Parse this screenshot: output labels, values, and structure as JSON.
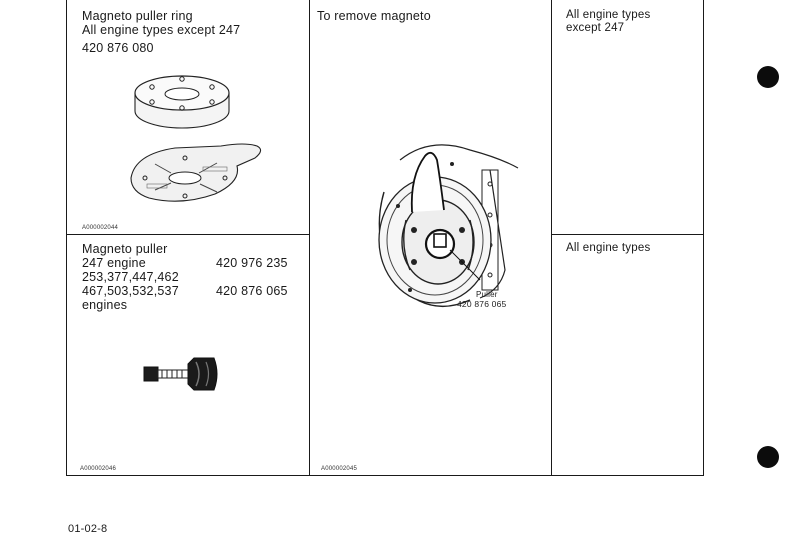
{
  "cells": {
    "top_left": {
      "title": "Magneto puller ring",
      "subtitle": "All engine types except 247",
      "part_number": "420 876 080",
      "figure_id": "A000002044"
    },
    "bottom_left": {
      "title": "Magneto puller",
      "rows": [
        {
          "engine": "247 engine",
          "part": "420 976 235"
        },
        {
          "engine": "253,377,447,462",
          "part": ""
        },
        {
          "engine": "467,503,532,537",
          "part": "420 876 065"
        },
        {
          "engine": "engines",
          "part": ""
        }
      ],
      "figure_id": "A000002046"
    },
    "middle": {
      "title": "To remove magneto",
      "callout_label": "Puller",
      "callout_part": "420 876 065",
      "figure_id": "A000002045"
    },
    "right_top": {
      "line1": "All engine types",
      "line2": "except 247"
    },
    "right_bottom": {
      "text": "All engine types"
    }
  },
  "page_number": "01-02-8"
}
